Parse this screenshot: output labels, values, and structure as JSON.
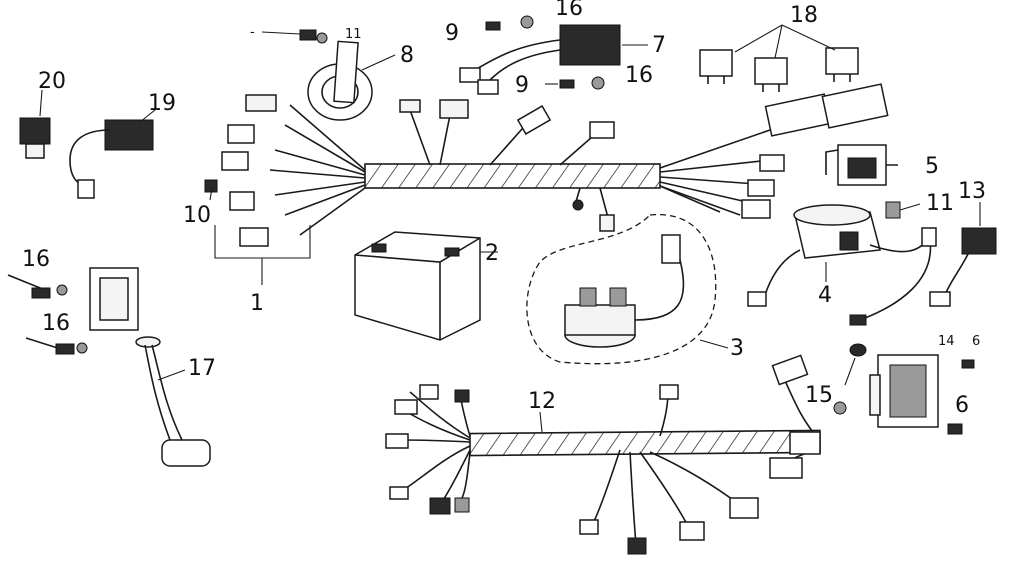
{
  "diagram": {
    "callouts": {
      "c1": "1",
      "c2": "2",
      "c3": "3",
      "c4": "4",
      "c5": "5",
      "c6a": "6",
      "c6b": "6",
      "c7": "7",
      "c8": "8",
      "c9a": "9",
      "c9b": "9",
      "c10": "10",
      "c11": "11",
      "c11small": "11",
      "c12": "12",
      "c13": "13",
      "c14": "14",
      "c15": "15",
      "c16a": "16",
      "c16b": "16",
      "c16c": "16",
      "c16d": "16",
      "c17": "17",
      "c18": "18",
      "c19": "19",
      "c20": "20"
    }
  }
}
